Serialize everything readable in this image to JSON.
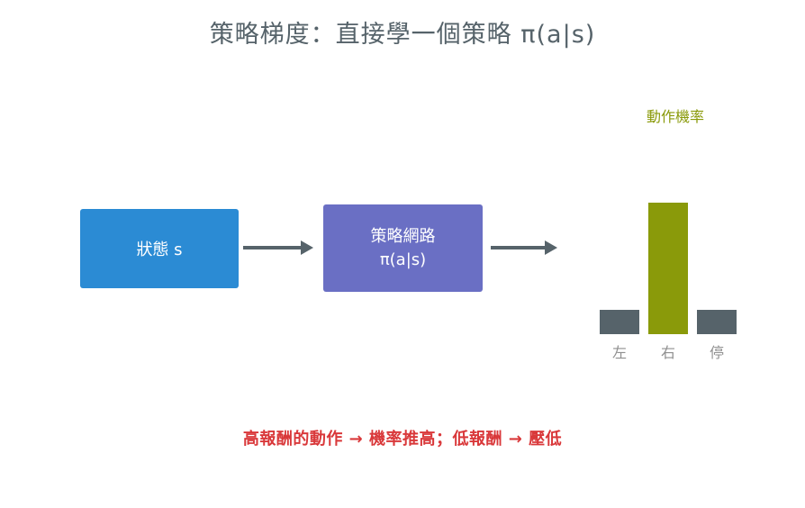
{
  "title": "策略梯度：直接學一個策略 π(a|s)",
  "state_box": {
    "label": "狀態 s"
  },
  "policy_box": {
    "line1": "策略網路",
    "line2": "π(a|s)"
  },
  "colors": {
    "title": "#56636a",
    "state": "#2b8bd4",
    "policy": "#6a6fc4",
    "arrow": "#56636a",
    "bar_low": "#56636a",
    "bar_high": "#8a9a0a",
    "footer": "#d9383a"
  },
  "chart_data": {
    "type": "bar",
    "title": "動作機率",
    "categories": [
      "左",
      "右",
      "停"
    ],
    "values": [
      0.15,
      0.8,
      0.15
    ],
    "ylim": [
      0,
      1
    ]
  },
  "footer": "高報酬的動作 → 機率推高；低報酬 → 壓低"
}
